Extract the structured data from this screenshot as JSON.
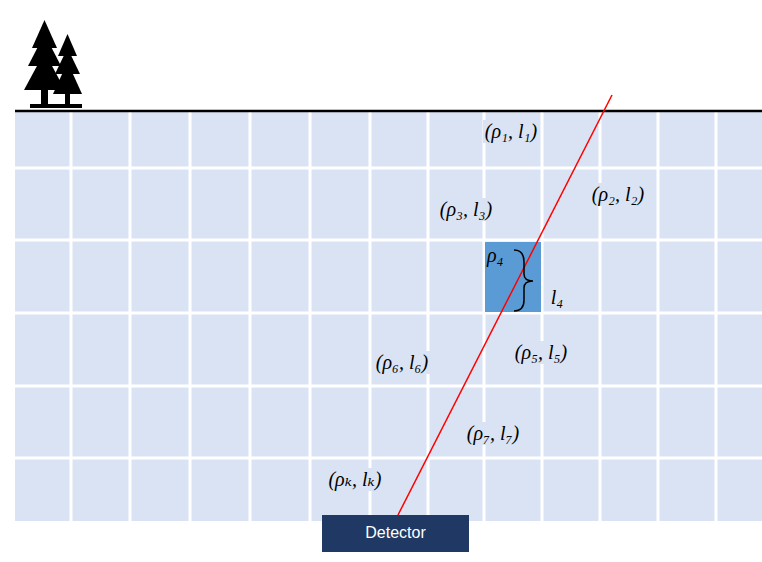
{
  "diagram": {
    "nodes": [
      {
        "text": [
          "ρ₄"
        ]
      },
      {
        "text": [
          "Detector"
        ]
      }
    ],
    "labels": [
      "(ρ₁, l₁)",
      "(ρ₂, l₂)",
      "(ρ₃, l₃)",
      "l₄",
      "(ρ₅, l₅)",
      "(ρ₆, l₆)",
      "(ρ₇, l₇)",
      "(ρₖ, lₖ)"
    ]
  }
}
